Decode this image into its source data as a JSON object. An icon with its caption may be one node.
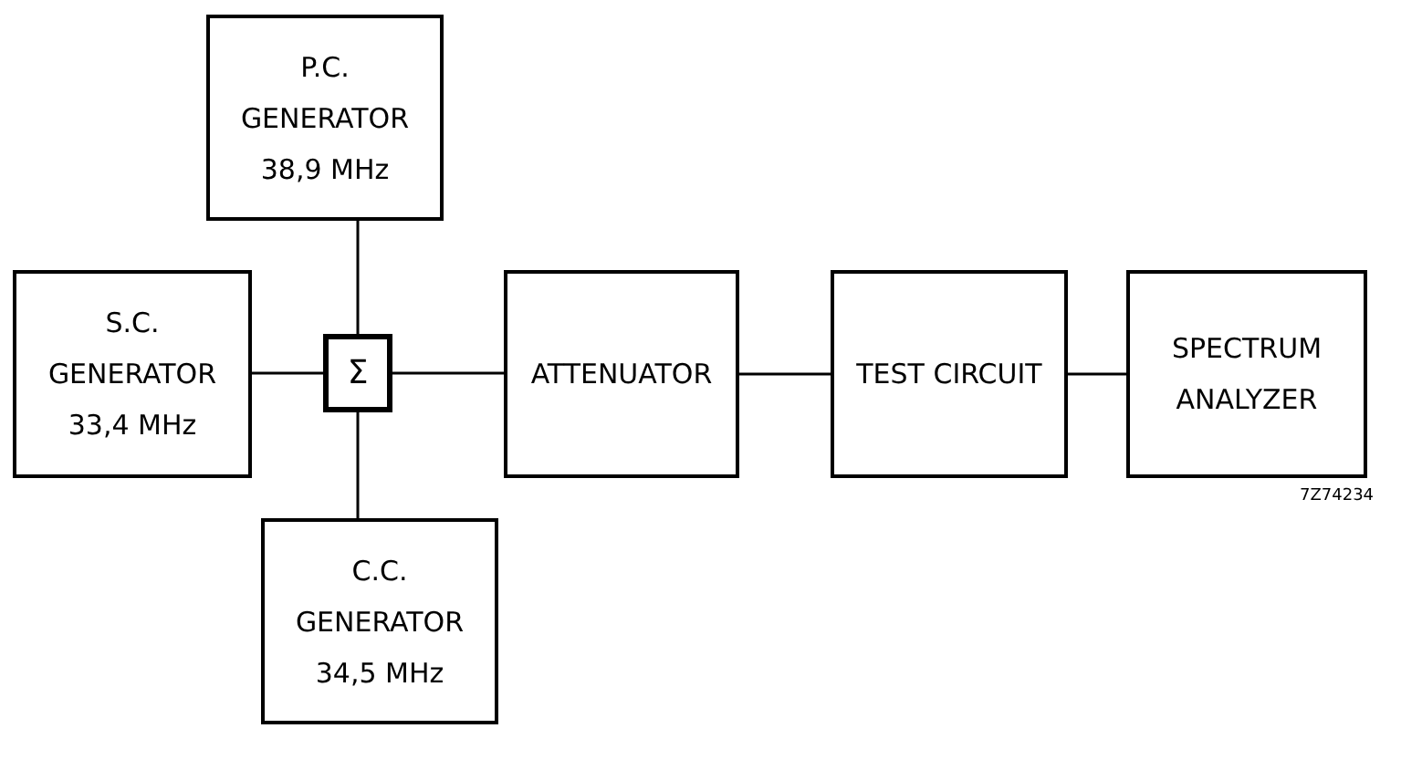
{
  "diagram": {
    "nodes": [
      {
        "text": [
          "P.C. GENERATOR 38,9 MHz"
        ]
      },
      {
        "text": [
          "S.C. GENERATOR 33,4 MHz"
        ]
      },
      {
        "text": [
          "Σ"
        ]
      },
      {
        "text": [
          "ATTENUATOR"
        ]
      },
      {
        "text": [
          "TEST CIRCUIT"
        ]
      },
      {
        "text": [
          "SPECTRUM ANALYZER"
        ]
      },
      {
        "text": [
          "C.C. GENERATOR 34,5 MHz"
        ]
      }
    ],
    "edges": [
      {
        "from": 0,
        "to": 2,
        "arrow": "none"
      },
      {
        "from": 1,
        "to": 2,
        "arrow": "none"
      },
      {
        "from": 6,
        "to": 2,
        "arrow": "none"
      },
      {
        "from": 2,
        "to": 3,
        "arrow": "none"
      },
      {
        "from": 3,
        "to": 4,
        "arrow": "none"
      },
      {
        "from": 4,
        "to": 5,
        "arrow": "none"
      }
    ],
    "labels": [
      "7Z74234"
    ]
  }
}
